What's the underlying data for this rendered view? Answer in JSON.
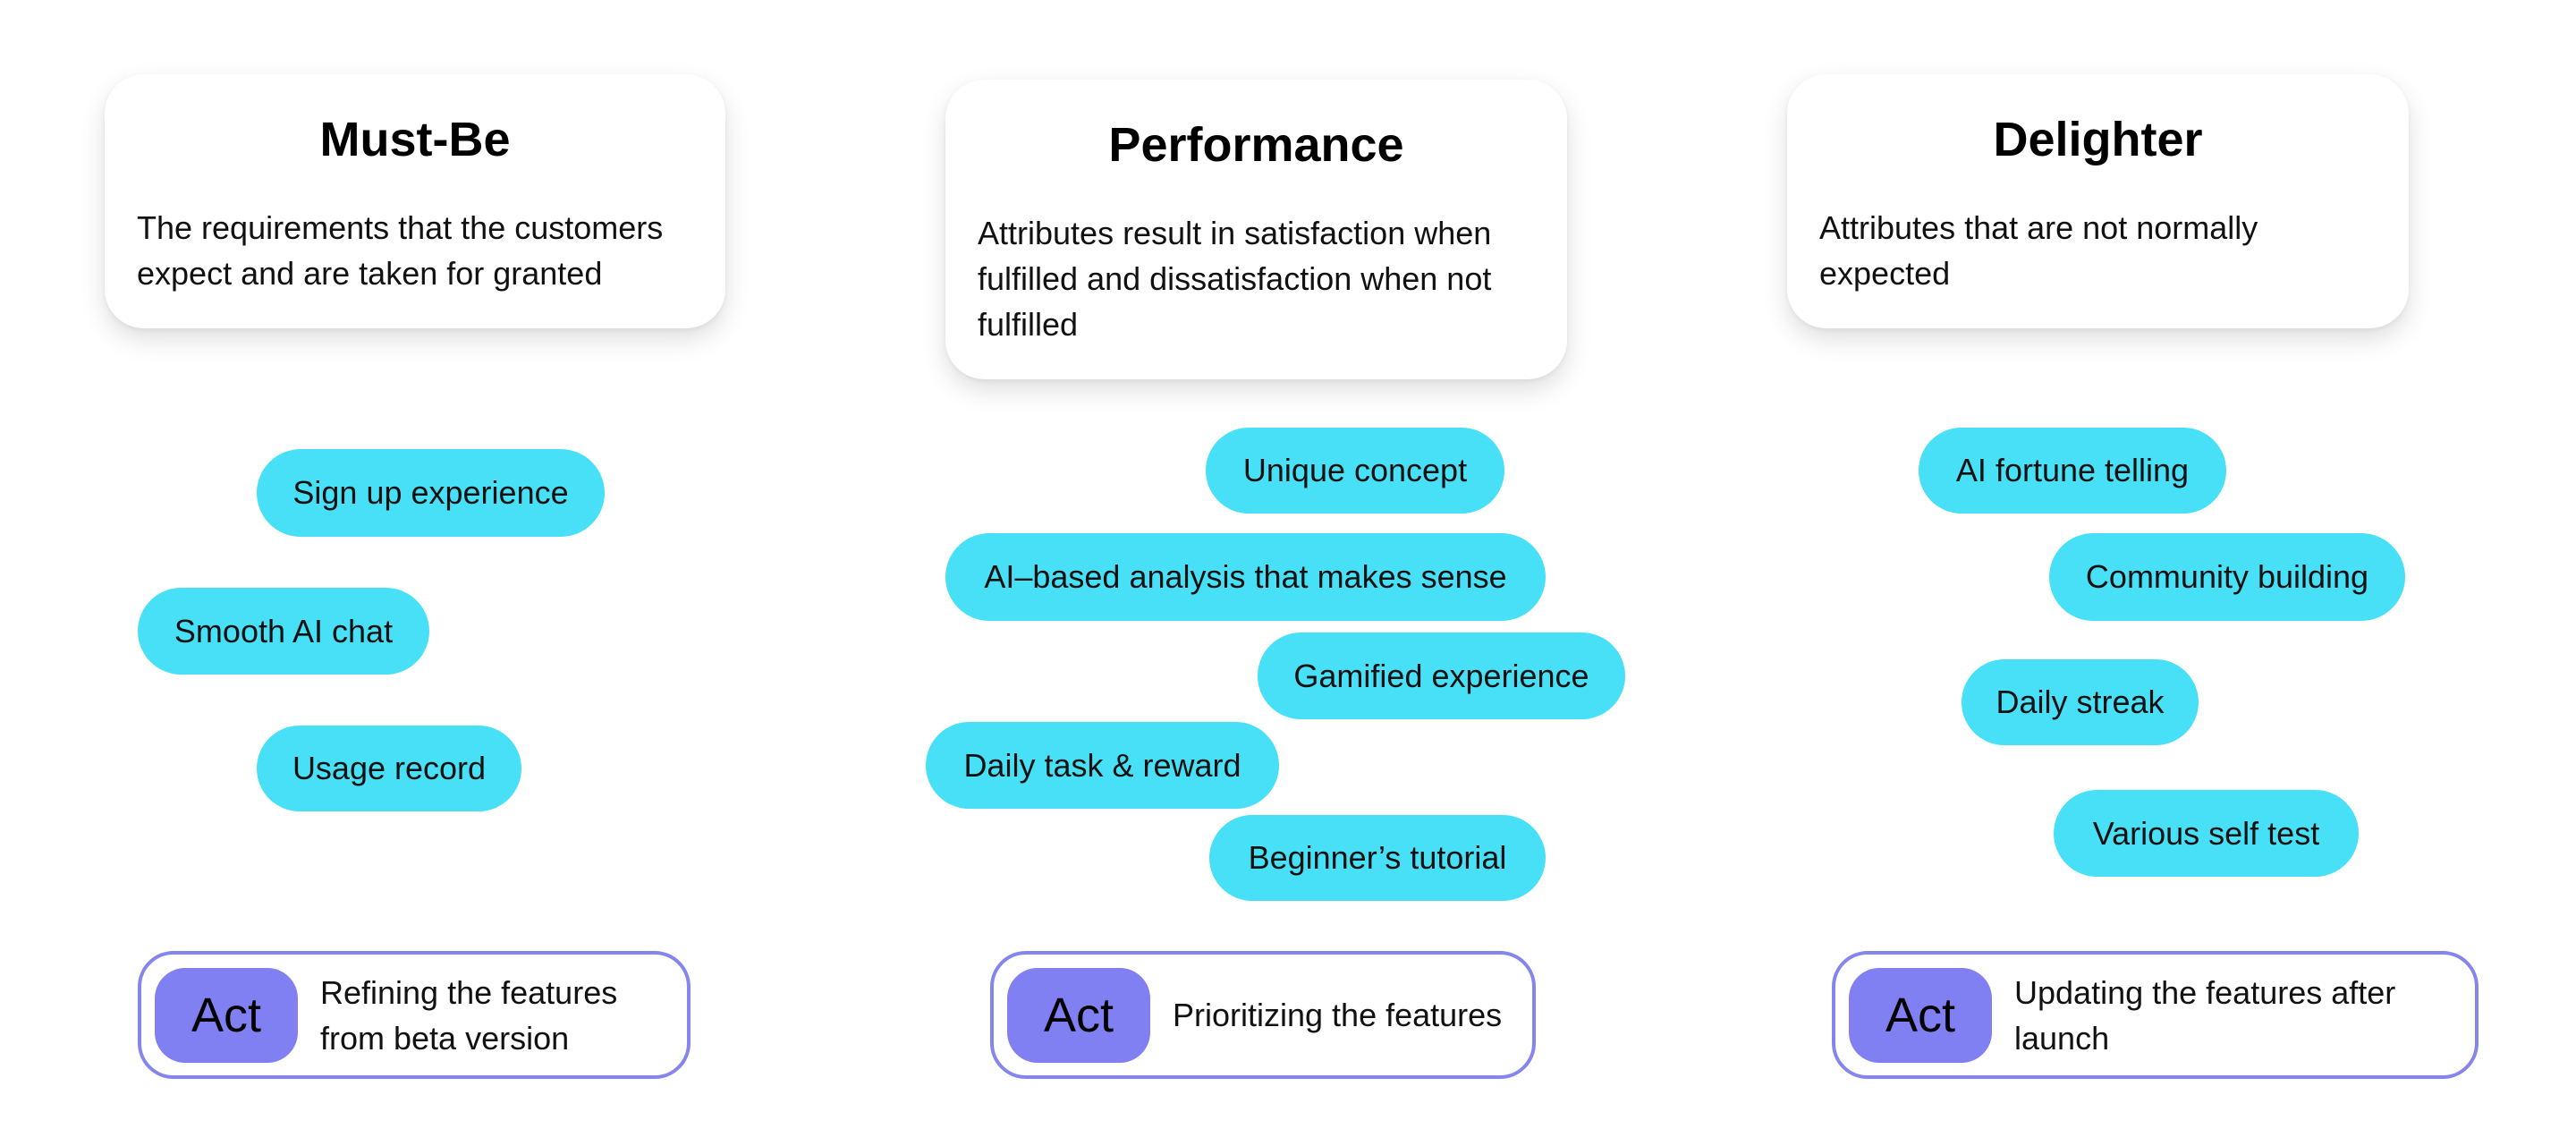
{
  "columns": [
    {
      "title": "Must-Be",
      "description": "The requirements that the customers expect and are taken for granted",
      "features": [
        "Sign up experience",
        "Smooth AI chat",
        "Usage record"
      ],
      "act": {
        "label": "Act",
        "text": "Refining the features from beta version"
      }
    },
    {
      "title": "Performance",
      "description": "Attributes result in satisfaction when fulfilled and dissatisfaction when not fulfilled",
      "features": [
        "Unique concept",
        "AI–based analysis that makes sense",
        "Gamified experience",
        "Daily task & reward",
        "Beginner’s tutorial"
      ],
      "act": {
        "label": "Act",
        "text": "Prioritizing the features"
      }
    },
    {
      "title": "Delighter",
      "description": "Attributes that are not normally expected",
      "features": [
        "AI fortune telling",
        "Community building",
        "Daily streak",
        "Various self test"
      ],
      "act": {
        "label": "Act",
        "text": "Updating the features after launch"
      }
    }
  ],
  "colors": {
    "feature_pill": "#47E0F7",
    "act_tag": "#8080F2",
    "act_border": "#8585EE"
  }
}
